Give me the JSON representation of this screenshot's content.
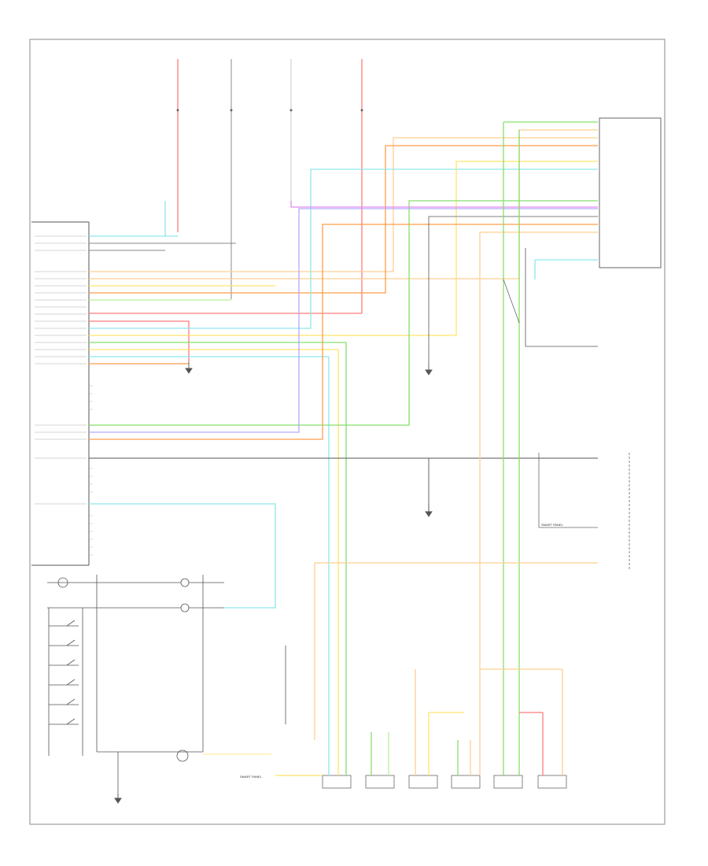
{
  "diagram": {
    "title": "",
    "reference_code": "",
    "labels": {
      "smart_panel_top": "SMART PANEL",
      "smart_panel_bottom": "SMART PANEL",
      "radio_label": ""
    },
    "speakers": [
      {
        "id": "lf-door",
        "label": ""
      },
      {
        "id": "rf-door",
        "label": ""
      },
      {
        "id": "lf-tweeter",
        "label": ""
      },
      {
        "id": "lr",
        "label": ""
      },
      {
        "id": "rr",
        "label": ""
      },
      {
        "id": "rf-tweeter",
        "label": ""
      }
    ],
    "wire_colors": {
      "red": "#ff7b7b",
      "orange": "#ff9d4a",
      "light_orange": "#ffcf90",
      "yellow": "#ffe36a",
      "green": "#84e06a",
      "light_green": "#b8f09a",
      "cyan": "#8fe6ec",
      "light_blue": "#a8d6ff",
      "violet": "#e08cf0",
      "purple": "#b7a6ff",
      "gray": "#9a9a9a",
      "dark": "#555555"
    }
  }
}
